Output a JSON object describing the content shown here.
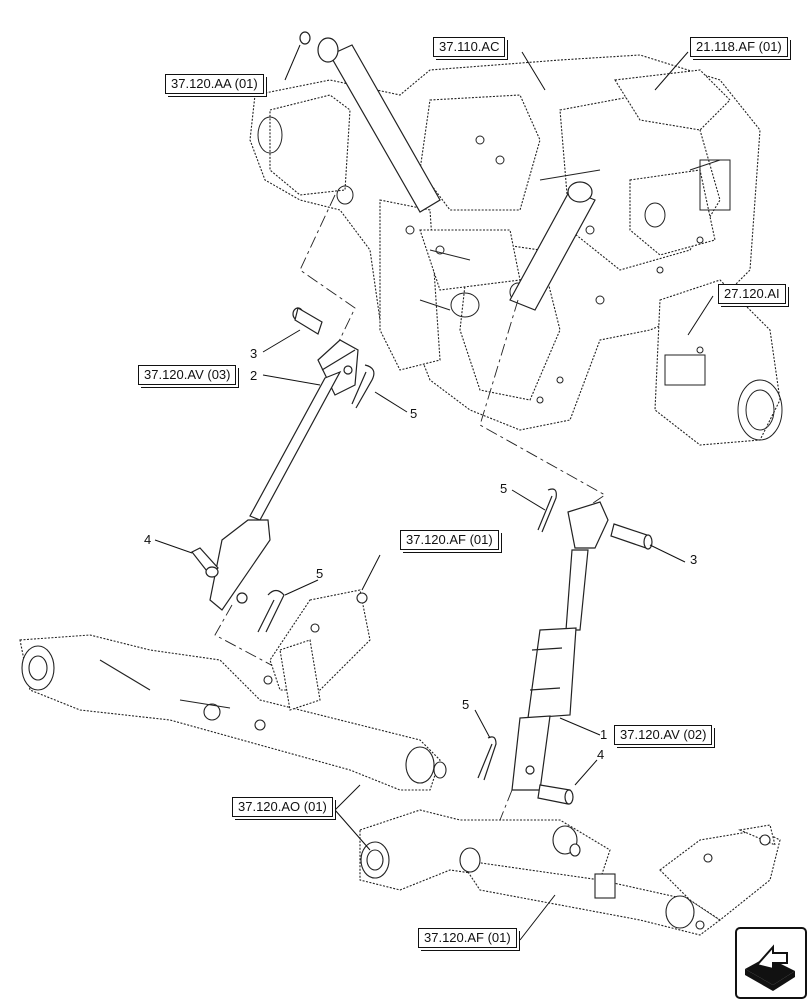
{
  "references": {
    "aa_01": "37.120.AA (01)",
    "ac": "37.110.AC",
    "af_21_01": "21.118.AF (01)",
    "ai": "27.120.AI",
    "av_03": "37.120.AV (03)",
    "af_01_mid": "37.120.AF (01)",
    "av_02": "37.120.AV (02)",
    "ao_01": "37.120.AO (01)",
    "af_01_bottom": "37.120.AF (01)"
  },
  "callouts": {
    "left_pin_3": "3",
    "left_rod_2": "2",
    "left_clip_5": "5",
    "left_pin_4": "4",
    "left_clip_5b": "5",
    "right_clip_5": "5",
    "right_pin_3": "3",
    "right_rod_1": "1",
    "right_clip_5b": "5",
    "right_pin_4": "4"
  },
  "nav_icon": "next-page-arrow-icon"
}
